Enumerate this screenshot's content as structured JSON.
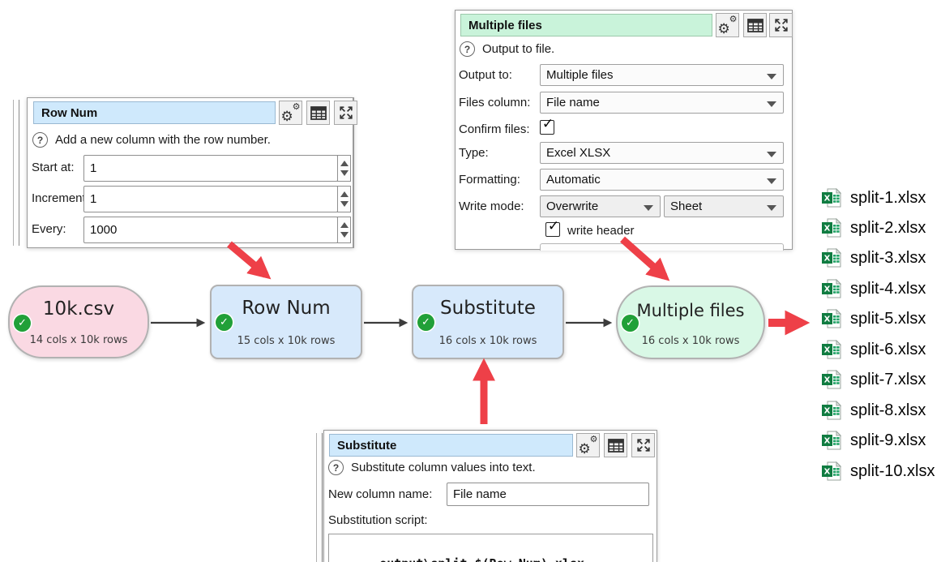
{
  "icons": {
    "help": "?",
    "check": "✓",
    "gear": "⚙"
  },
  "panels": {
    "row_num": {
      "title": "Row Num",
      "description": "Add a new column with the row number.",
      "fields": [
        {
          "label": "Start at:",
          "value": "1"
        },
        {
          "label": "Increment:",
          "value": "1"
        },
        {
          "label": "Every:",
          "value": "1000"
        }
      ]
    },
    "multiple_files": {
      "title": "Multiple files",
      "description": "Output to file.",
      "output_to_label": "Output to:",
      "output_to_value": "Multiple files",
      "files_column_label": "Files column:",
      "files_column_value": "File name",
      "confirm_files_label": "Confirm files:",
      "type_label": "Type:",
      "type_value": "Excel XLSX",
      "formatting_label": "Formatting:",
      "formatting_value": "Automatic",
      "write_mode_label": "Write mode:",
      "write_mode_value": "Overwrite",
      "write_mode_value2": "Sheet",
      "write_header_label": "write header"
    },
    "substitute": {
      "title": "Substitute",
      "description": "Substitute column values into text.",
      "new_column_label": "New column name:",
      "new_column_value": "File name",
      "script_label": "Substitution script:",
      "script_value": "output\\split-$(Row Num).xlsx"
    }
  },
  "flow": {
    "nodes": [
      {
        "title": "10k.csv",
        "subtitle": "14 cols x 10k rows"
      },
      {
        "title": "Row Num",
        "subtitle": "15 cols x 10k rows"
      },
      {
        "title": "Substitute",
        "subtitle": "16 cols x 10k rows"
      },
      {
        "title": "Multiple files",
        "subtitle": "16 cols x 10k rows"
      }
    ]
  },
  "files": [
    "split-1.xlsx",
    "split-2.xlsx",
    "split-3.xlsx",
    "split-4.xlsx",
    "split-5.xlsx",
    "split-6.xlsx",
    "split-7.xlsx",
    "split-8.xlsx",
    "split-9.xlsx",
    "split-10.xlsx"
  ],
  "colors": {
    "title_blue": "#cfe9fc",
    "title_green": "#c9f3da",
    "node_pink": "#fad9e3",
    "node_blue": "#d7e9fb",
    "node_green": "#d9f8e6",
    "status_green": "#21a038",
    "arrow_red": "#ee4048",
    "excel_green": "#107c41"
  }
}
